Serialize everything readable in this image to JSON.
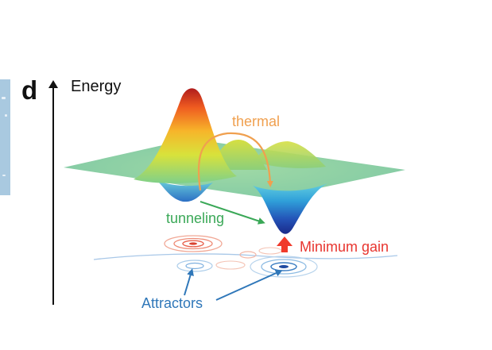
{
  "panel": {
    "label": "d"
  },
  "axis": {
    "label": "Energy"
  },
  "annotations": {
    "thermal": "thermal",
    "tunneling": "tunneling",
    "minimum_gain": "Minimum gain",
    "attractors": "Attractors"
  },
  "colors": {
    "thermal": "#f0a04f",
    "tunneling": "#3aa857",
    "minimum_gain": "#e8352f",
    "attractors": "#2f77b9",
    "axis": "#111111"
  }
}
